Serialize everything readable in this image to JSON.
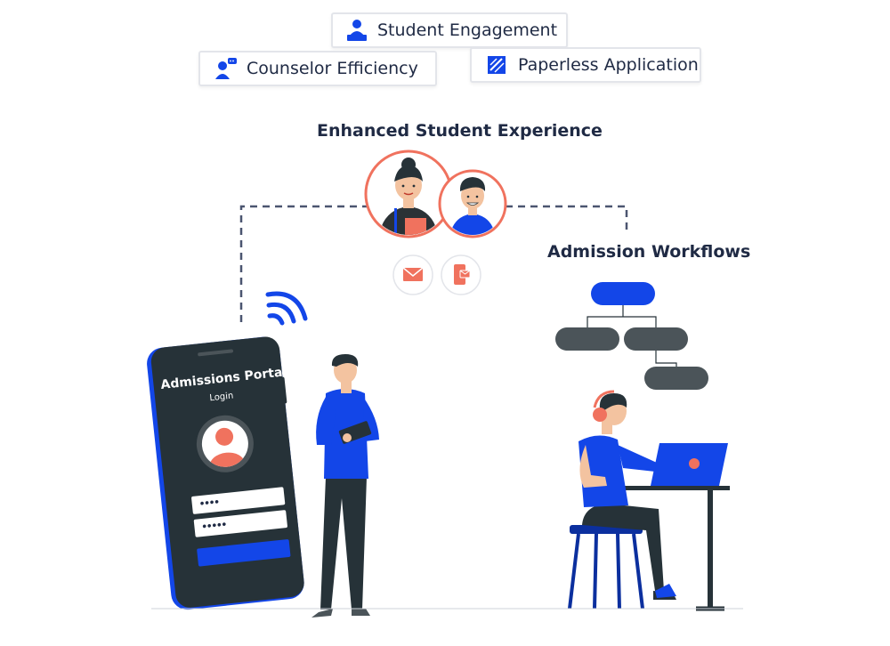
{
  "features": {
    "student_engagement": {
      "label": "Student Engagement",
      "icon": "student-laptop-icon"
    },
    "counselor_efficiency": {
      "label": "Counselor Efficiency",
      "icon": "counselor-chat-icon"
    },
    "paperless_application": {
      "label": "Paperless Application",
      "icon": "paperless-document-icon"
    }
  },
  "enhanced_experience": {
    "heading": "Enhanced Student Experience"
  },
  "admission_workflows": {
    "heading": "Admission Workflows"
  },
  "phone": {
    "title": "Admissions Portal",
    "subtitle": "Login",
    "username_mask": "••••",
    "password_mask": "•••••"
  },
  "colors": {
    "brand_blue": "#1346e8",
    "accent_coral": "#f0725e",
    "dark": "#263238",
    "text": "#1f2a44",
    "workflow_gray": "#4b5459"
  }
}
